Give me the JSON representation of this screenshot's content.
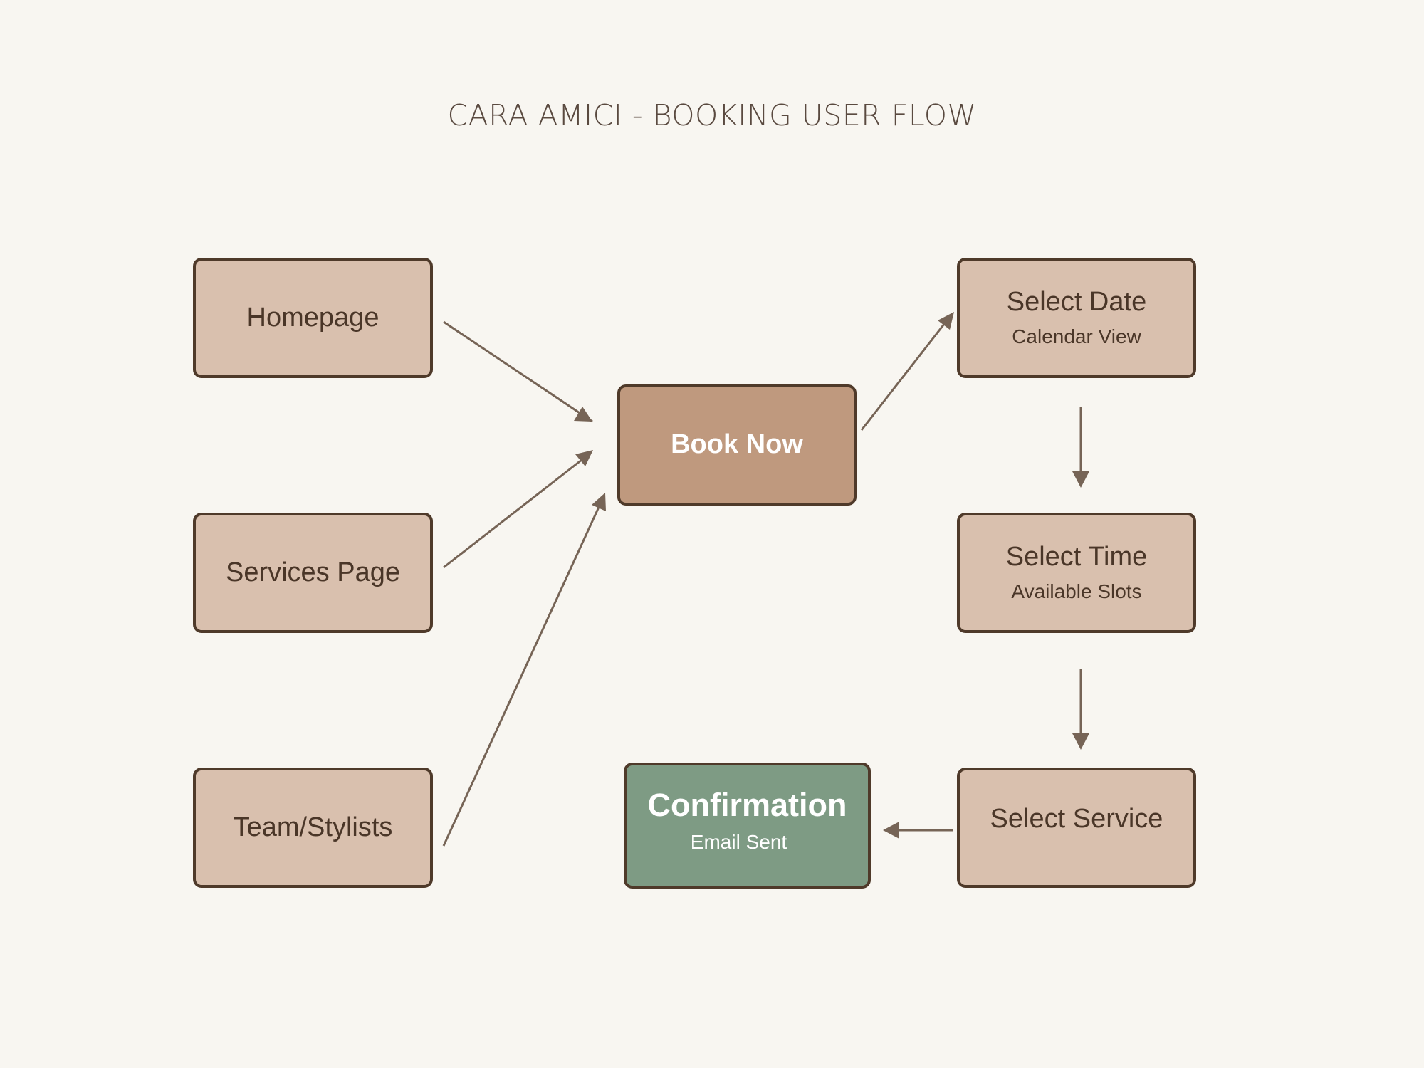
{
  "title": "CARA AMICI - BOOKING USER FLOW",
  "colors": {
    "background": "#f8f6f1",
    "node_fill": "#d9c0ae",
    "primary_fill": "#bf997e",
    "success_fill": "#7e9b84",
    "border": "#4f3a2a",
    "arrow": "#766456"
  },
  "nodes": {
    "homepage": {
      "label": "Homepage"
    },
    "services": {
      "label": "Services Page"
    },
    "team": {
      "label": "Team/Stylists"
    },
    "book_now": {
      "label": "Book Now"
    },
    "select_date": {
      "label": "Select Date",
      "sub": "Calendar View"
    },
    "select_time": {
      "label": "Select Time",
      "sub": "Available Slots"
    },
    "select_service": {
      "label": "Select Service"
    },
    "confirmation": {
      "label": "Confirmation",
      "sub": "Email Sent"
    }
  },
  "edges": [
    {
      "from": "homepage",
      "to": "book_now"
    },
    {
      "from": "services",
      "to": "book_now"
    },
    {
      "from": "team",
      "to": "book_now"
    },
    {
      "from": "book_now",
      "to": "select_date"
    },
    {
      "from": "select_date",
      "to": "select_time"
    },
    {
      "from": "select_time",
      "to": "select_service"
    },
    {
      "from": "select_service",
      "to": "confirmation"
    }
  ]
}
